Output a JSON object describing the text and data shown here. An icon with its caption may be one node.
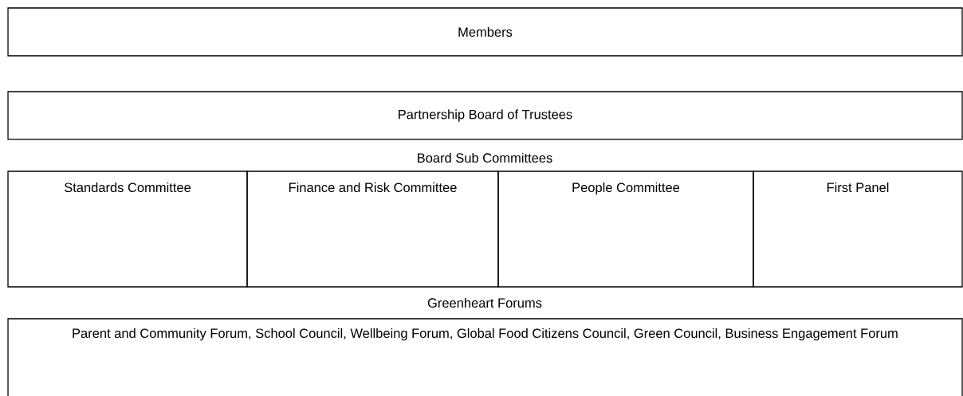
{
  "diagram": {
    "nodes": [
      {
        "text": [
          "Members"
        ]
      },
      {
        "text": [
          "Partnership Board of Trustees"
        ]
      },
      {
        "text": [
          "Standards Committee"
        ]
      },
      {
        "text": [
          "Finance and Risk Committee"
        ]
      },
      {
        "text": [
          "People Committee"
        ]
      },
      {
        "text": [
          "First Panel"
        ]
      },
      {
        "text": [
          "Parent and Community Forum, School Council, Wellbeing Forum, Global Food Citizens Council, Green Council, Business Engagement Forum"
        ]
      }
    ],
    "labels": [
      "Board Sub Committees",
      "Greenheart Forums"
    ]
  }
}
